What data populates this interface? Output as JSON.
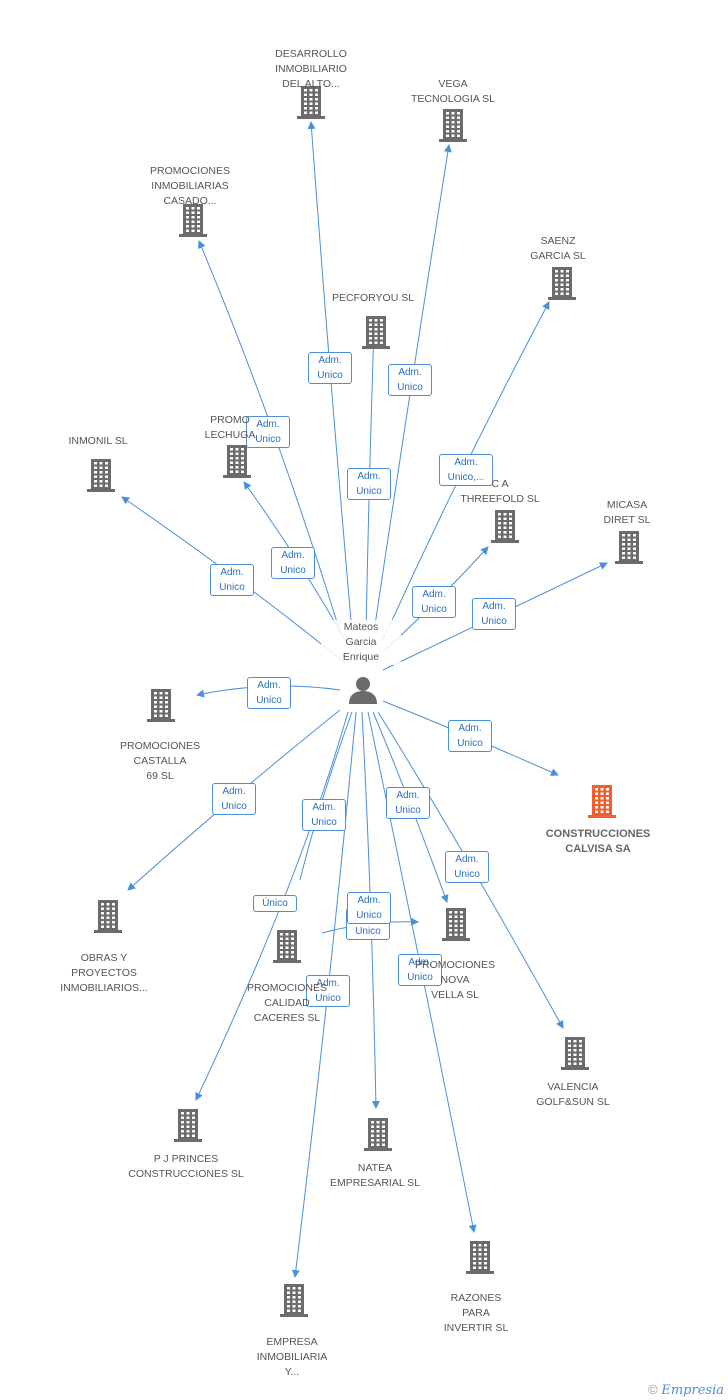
{
  "colors": {
    "edge": "#4a90d9",
    "building": "#6b6b6b",
    "main_building": "#f0602f",
    "badge_text": "#2a6fc2"
  },
  "center": {
    "name": "Mateos\nGarcia\nEnrique",
    "icon": "person-icon"
  },
  "companies": [
    {
      "id": "desarrollo",
      "name": "DESARROLLO\nINMOBILIARIO\nDEL ALTO...",
      "icon": "building-icon"
    },
    {
      "id": "vega",
      "name": "VEGA\nTECNOLOGIA SL",
      "icon": "building-icon"
    },
    {
      "id": "casado",
      "name": "PROMOCIONES\nINMOBILIARIAS\nCASADO...",
      "icon": "building-icon"
    },
    {
      "id": "saenz",
      "name": "SAENZ\nGARCIA SL",
      "icon": "building-icon"
    },
    {
      "id": "pecforyou",
      "name": "PECFORYOU SL",
      "icon": "building-icon"
    },
    {
      "id": "lechuga",
      "name": "PROMO\nLECHUGA",
      "icon": "building-icon"
    },
    {
      "id": "inmonil",
      "name": "INMONIL SL",
      "icon": "building-icon"
    },
    {
      "id": "threefold",
      "name": "C A\nTHREEFOLD SL",
      "icon": "building-icon"
    },
    {
      "id": "micasa",
      "name": "MICASA\nDIRET SL",
      "icon": "building-icon"
    },
    {
      "id": "castalla",
      "name": "PROMOCIONES\nCASTALLA\n69 SL",
      "icon": "building-icon"
    },
    {
      "id": "calvisa",
      "name": "CONSTRUCCIONES\nCALVISA SA",
      "icon": "building-icon",
      "main": true
    },
    {
      "id": "obras",
      "name": "OBRAS Y\nPROYECTOS\nINMOBILIARIOS...",
      "icon": "building-icon"
    },
    {
      "id": "calidad",
      "name": "PROMOCIONES\nCALIDAD\nCACERES SL",
      "icon": "building-icon"
    },
    {
      "id": "nova",
      "name": "PROMOCIONES\nNOVA\nVELLA SL",
      "icon": "building-icon"
    },
    {
      "id": "valencia",
      "name": "VALENCIA\nGOLF&SUN SL",
      "icon": "building-icon"
    },
    {
      "id": "princes",
      "name": "P J PRINCES\nCONSTRUCCIONES SL",
      "icon": "building-icon"
    },
    {
      "id": "natea",
      "name": "NATEA\nEMPRESARIAL SL",
      "icon": "building-icon"
    },
    {
      "id": "razones",
      "name": "RAZONES\nPARA\nINVERTIR SL",
      "icon": "building-icon"
    },
    {
      "id": "empresa",
      "name": "EMPRESA\nINMOBILIARIA\nY...",
      "icon": "building-icon"
    }
  ],
  "relations": [
    {
      "to": "desarrollo",
      "label": "Adm.\nUnico"
    },
    {
      "to": "vega",
      "label": "Adm.\nUnico"
    },
    {
      "to": "casado",
      "label": "Adm.\nUnico"
    },
    {
      "to": "saenz",
      "label": "Adm.\nUnico,..."
    },
    {
      "to": "pecforyou",
      "label": "Adm.\nUnico"
    },
    {
      "to": "lechuga",
      "label": "Adm.\nUnico"
    },
    {
      "to": "inmonil",
      "label": "Adm.\nUnico"
    },
    {
      "to": "threefold",
      "label": "Adm.\nUnico"
    },
    {
      "to": "micasa",
      "label": "Adm.\nUnico"
    },
    {
      "to": "castalla",
      "label": "Adm.\nUnico"
    },
    {
      "to": "calvisa",
      "label": "Adm.\nUnico"
    },
    {
      "to": "obras",
      "label": "Adm.\nUnico"
    },
    {
      "to": "calidad",
      "label": "Adm.\nUnico"
    },
    {
      "to": "nova",
      "label": "Adm.\nUnico"
    },
    {
      "to": "valencia",
      "label": "Adm.\nUnico"
    },
    {
      "to": "princes",
      "label": "Adm.\nUnico"
    },
    {
      "to": "natea",
      "label": "Adm.\nUnico"
    },
    {
      "to": "razones",
      "label": "Adm.\nUnico"
    },
    {
      "to": "empresa",
      "label": "Adm.\nUnico"
    },
    {
      "from": "calidad",
      "to": "nova",
      "label": "Único"
    }
  ],
  "footer": {
    "copyright": "©",
    "brand": "Empresia"
  }
}
